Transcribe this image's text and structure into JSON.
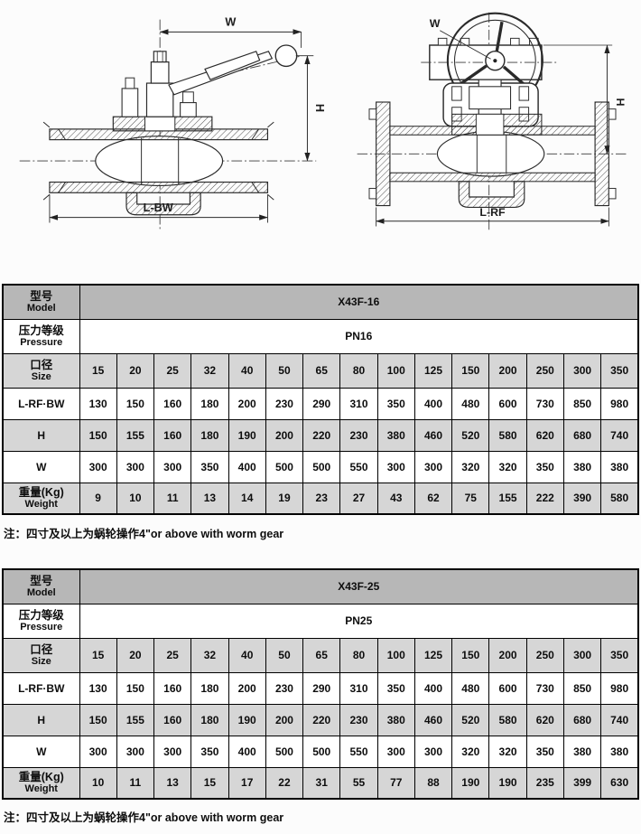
{
  "drawings": {
    "left": {
      "title": "lever-operated-ball-valve-section",
      "dim_top": "W",
      "dim_right": "H",
      "dim_bottom": "L-BW"
    },
    "right": {
      "title": "worm-gear-flanged-ball-valve-section",
      "dim_top": "W",
      "dim_right": "H",
      "dim_bottom": "L-RF"
    }
  },
  "colors": {
    "row_dark": "#b7b7b7",
    "row_gray": "#d6d6d6",
    "row_light": "#ffffff",
    "line": "#2a2a2a"
  },
  "tables": [
    {
      "model": "X43F-16",
      "rows_header": [
        {
          "label_cn": "型号",
          "label_en": "Model",
          "value": "X43F-16",
          "shade": "dark"
        },
        {
          "label_cn": "压力等级",
          "label_en": "Pressure",
          "value": "PN16",
          "shade": "light"
        }
      ],
      "size_row": {
        "label_cn": "口径",
        "label_en": "Size",
        "shade": "gray",
        "values": [
          "15",
          "20",
          "25",
          "32",
          "40",
          "50",
          "65",
          "80",
          "100",
          "125",
          "150",
          "200",
          "250",
          "300",
          "350"
        ]
      },
      "data_rows": [
        {
          "label": "L-RF·BW",
          "shade": "light",
          "values": [
            "130",
            "150",
            "160",
            "180",
            "200",
            "230",
            "290",
            "310",
            "350",
            "400",
            "480",
            "600",
            "730",
            "850",
            "980"
          ]
        },
        {
          "label": "H",
          "shade": "gray",
          "values": [
            "150",
            "155",
            "160",
            "180",
            "190",
            "200",
            "220",
            "230",
            "380",
            "460",
            "520",
            "580",
            "620",
            "680",
            "740"
          ]
        },
        {
          "label": "W",
          "shade": "light",
          "values": [
            "300",
            "300",
            "300",
            "350",
            "400",
            "500",
            "500",
            "550",
            "300",
            "300",
            "320",
            "320",
            "350",
            "380",
            "380"
          ]
        },
        {
          "label_cn": "重量(Kg)",
          "label_en": "Weight",
          "shade": "gray",
          "values": [
            "9",
            "10",
            "11",
            "13",
            "14",
            "19",
            "23",
            "27",
            "43",
            "62",
            "75",
            "155",
            "222",
            "390",
            "580"
          ]
        }
      ],
      "note": "注：四寸及以上为蜗轮操作4\"or above with worm gear"
    },
    {
      "model": "X43F-25",
      "rows_header": [
        {
          "label_cn": "型号",
          "label_en": "Model",
          "value": "X43F-25",
          "shade": "dark"
        },
        {
          "label_cn": "压力等级",
          "label_en": "Pressure",
          "value": "PN25",
          "shade": "light"
        }
      ],
      "size_row": {
        "label_cn": "口径",
        "label_en": "Size",
        "shade": "gray",
        "values": [
          "15",
          "20",
          "25",
          "32",
          "40",
          "50",
          "65",
          "80",
          "100",
          "125",
          "150",
          "200",
          "250",
          "300",
          "350"
        ]
      },
      "data_rows": [
        {
          "label": "L-RF·BW",
          "shade": "light",
          "values": [
            "130",
            "150",
            "160",
            "180",
            "200",
            "230",
            "290",
            "310",
            "350",
            "400",
            "480",
            "600",
            "730",
            "850",
            "980"
          ]
        },
        {
          "label": "H",
          "shade": "gray",
          "values": [
            "150",
            "155",
            "160",
            "180",
            "190",
            "200",
            "220",
            "230",
            "380",
            "460",
            "520",
            "580",
            "620",
            "680",
            "740"
          ]
        },
        {
          "label": "W",
          "shade": "light",
          "values": [
            "300",
            "300",
            "300",
            "350",
            "400",
            "500",
            "500",
            "550",
            "300",
            "300",
            "320",
            "320",
            "350",
            "380",
            "380"
          ]
        },
        {
          "label_cn": "重量(Kg)",
          "label_en": "Weight",
          "shade": "gray",
          "values": [
            "10",
            "11",
            "13",
            "15",
            "17",
            "22",
            "31",
            "55",
            "77",
            "88",
            "190",
            "190",
            "235",
            "399",
            "630"
          ]
        }
      ],
      "note": "注：四寸及以上为蜗轮操作4\"or above with worm gear"
    }
  ]
}
